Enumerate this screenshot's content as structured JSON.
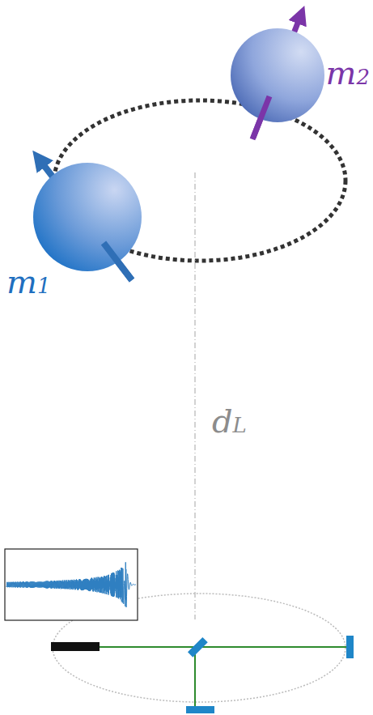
{
  "diagram": {
    "labels": [
      "m2",
      "m1",
      "dL"
    ]
  }
}
